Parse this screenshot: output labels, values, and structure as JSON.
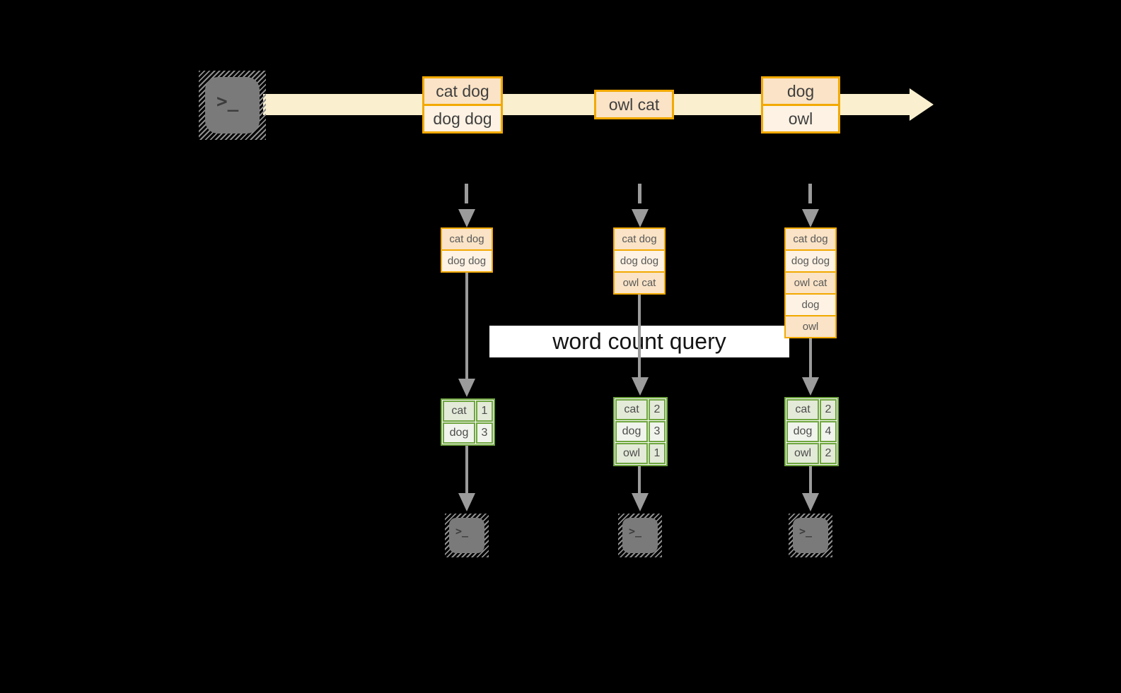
{
  "diagram": {
    "query_label": "word count query",
    "terminal_glyph": ">_",
    "stream": {
      "batches": [
        {
          "messages": [
            "cat dog",
            "dog dog"
          ]
        },
        {
          "messages": [
            "owl cat"
          ]
        },
        {
          "messages": [
            "dog",
            "owl"
          ]
        }
      ]
    },
    "micro_batches": [
      {
        "buffered_messages": [
          "cat dog",
          "dog dog"
        ],
        "word_counts": [
          {
            "word": "cat",
            "count": 1
          },
          {
            "word": "dog",
            "count": 3
          }
        ]
      },
      {
        "buffered_messages": [
          "cat dog",
          "dog dog",
          "owl cat"
        ],
        "word_counts": [
          {
            "word": "cat",
            "count": 2
          },
          {
            "word": "dog",
            "count": 3
          },
          {
            "word": "owl",
            "count": 1
          }
        ]
      },
      {
        "buffered_messages": [
          "cat dog",
          "dog dog",
          "owl cat",
          "dog",
          "owl"
        ],
        "word_counts": [
          {
            "word": "cat",
            "count": 2
          },
          {
            "word": "dog",
            "count": 4
          },
          {
            "word": "owl",
            "count": 2
          }
        ]
      }
    ],
    "colors": {
      "background": "#000000",
      "stream_band": "#FAF0CF",
      "orange_border": "#F2A900",
      "peach_fill": "#FAE3C6",
      "cream_fill": "#FDF2E3",
      "green_border": "#6FA63F",
      "green_fill_dark": "#E3EAD8",
      "green_fill_light": "#F0F4EC",
      "arrow_gray": "#9B9B9B",
      "terminal_gray": "#7A7A7A"
    }
  }
}
